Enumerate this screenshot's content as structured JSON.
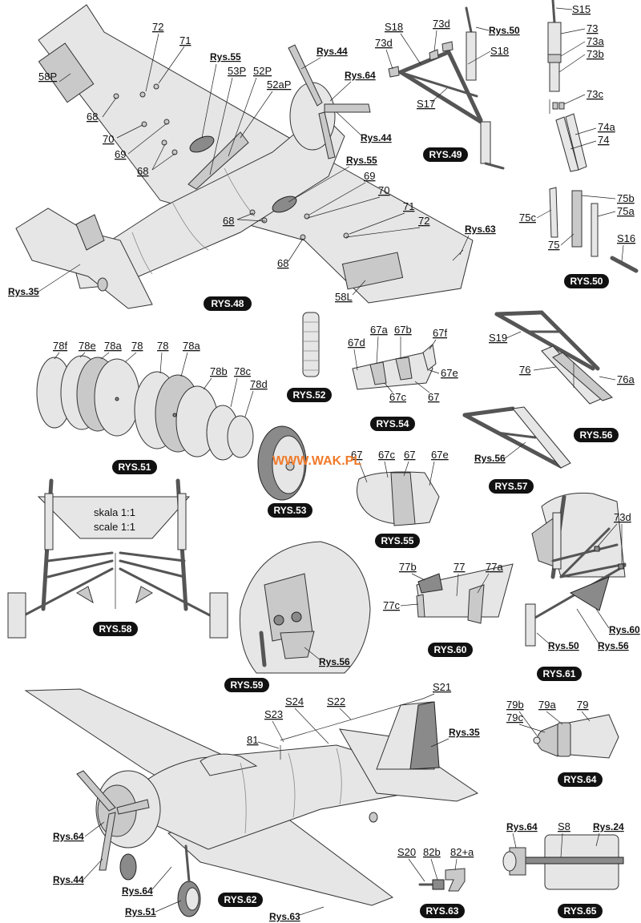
{
  "watermark": "WWW.WAK.PL",
  "scale_note": {
    "line1": "skala 1:1",
    "line2": "scale 1:1"
  },
  "figures": {
    "rys48": "RYS.48",
    "rys49": "RYS.49",
    "rys50": "RYS.50",
    "rys51": "RYS.51",
    "rys52": "RYS.52",
    "rys53": "RYS.53",
    "rys54": "RYS.54",
    "rys55": "RYS.55",
    "rys56": "RYS.56",
    "rys57": "RYS.57",
    "rys58": "RYS.58",
    "rys59": "RYS.59",
    "rys60": "RYS.60",
    "rys61": "RYS.61",
    "rys62": "RYS.62",
    "rys63": "RYS.63",
    "rys64": "RYS.64",
    "rys65": "RYS.65"
  },
  "refs": {
    "r55": "Rys.55",
    "r44": "Rys.44",
    "r64": "Rys.64",
    "r63": "Rys.63",
    "r35": "Rys.35",
    "r50": "Rys.50",
    "r56": "Rys.56",
    "r60": "Rys.60",
    "r51": "Rys.51",
    "r24": "Rys.24"
  },
  "parts": {
    "p72": "72",
    "p71": "71",
    "p70": "70",
    "p69": "69",
    "p68": "68",
    "p58P": "58P",
    "p58L": "58L",
    "p53P": "53P",
    "p52P": "52P",
    "p52aP": "52aP",
    "pS18": "S18",
    "pS17": "S17",
    "p73d": "73d",
    "pS15": "S15",
    "p73": "73",
    "p73a": "73a",
    "p73b": "73b",
    "p73c": "73c",
    "p74a": "74a",
    "p74": "74",
    "p75": "75",
    "p75a": "75a",
    "p75b": "75b",
    "p75c": "75c",
    "pS16": "S16",
    "p78f": "78f",
    "p78e": "78e",
    "p78a": "78a",
    "p78": "78",
    "p78b": "78b",
    "p78c": "78c",
    "p78d": "78d",
    "p67": "67",
    "p67a": "67a",
    "p67b": "67b",
    "p67c": "67c",
    "p67d": "67d",
    "p67e": "67e",
    "p67f": "67f",
    "pS19": "S19",
    "p76": "76",
    "p76a": "76a",
    "p77": "77",
    "p77a": "77a",
    "p77b": "77b",
    "p77c": "77c",
    "p79": "79",
    "p79a": "79a",
    "p79b": "79b",
    "p79c": "79c",
    "pS21": "S21",
    "pS22": "S22",
    "pS23": "S23",
    "pS24": "S24",
    "p81": "81",
    "pS20": "S20",
    "p82b": "82b",
    "p82a": "82+a",
    "pS8": "S8"
  }
}
